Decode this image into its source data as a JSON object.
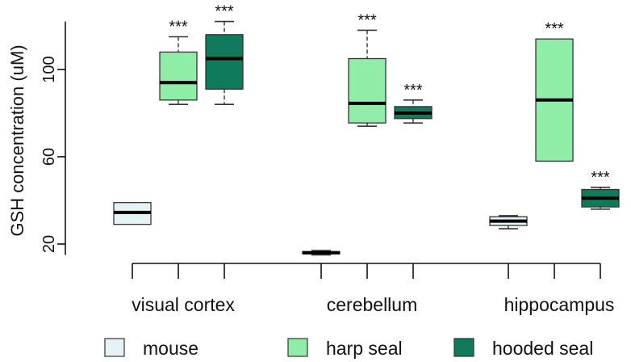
{
  "chart_data": {
    "type": "boxplot",
    "title": "",
    "xlabel": "",
    "ylabel": "GSH concentration (uM)",
    "ylim": [
      12,
      122
    ],
    "yticks": [
      20,
      60,
      100
    ],
    "categories": [
      "visual cortex",
      "cerebellum",
      "hippocampus"
    ],
    "series": [
      {
        "name": "mouse",
        "color": "#e6f3f6",
        "boxes": [
          {
            "whisker_low": 29.0,
            "q1": 29.0,
            "median": 34.5,
            "q3": 39.0,
            "whisker_high": 39.0,
            "annotation": ""
          },
          {
            "whisker_low": 15.0,
            "q1": 15.5,
            "median": 16.0,
            "q3": 16.5,
            "whisker_high": 17.0,
            "annotation": ""
          },
          {
            "whisker_low": 27.0,
            "q1": 28.5,
            "median": 30.5,
            "q3": 32.5,
            "whisker_high": 33.0,
            "annotation": ""
          }
        ]
      },
      {
        "name": "harp seal",
        "color": "#90eda8",
        "boxes": [
          {
            "whisker_low": 84.0,
            "q1": 86.0,
            "median": 94.0,
            "q3": 108.0,
            "whisker_high": 115.0,
            "annotation": "***"
          },
          {
            "whisker_low": 74.0,
            "q1": 75.5,
            "median": 84.5,
            "q3": 105.0,
            "whisker_high": 118.0,
            "annotation": "***"
          },
          {
            "whisker_low": 58.0,
            "q1": 58.0,
            "median": 86.0,
            "q3": 114.0,
            "whisker_high": 114.0,
            "annotation": "***"
          }
        ]
      },
      {
        "name": "hooded seal",
        "color": "#0f7a5c",
        "boxes": [
          {
            "whisker_low": 84.0,
            "q1": 91.0,
            "median": 105.0,
            "q3": 116.0,
            "whisker_high": 122.0,
            "annotation": "***"
          },
          {
            "whisker_low": 75.5,
            "q1": 77.5,
            "median": 80.0,
            "q3": 83.0,
            "whisker_high": 86.0,
            "annotation": "***"
          },
          {
            "whisker_low": 36.0,
            "q1": 37.0,
            "median": 41.0,
            "q3": 45.0,
            "whisker_high": 46.0,
            "annotation": "***"
          }
        ]
      }
    ],
    "legend_position": "bottom",
    "grid": false
  }
}
